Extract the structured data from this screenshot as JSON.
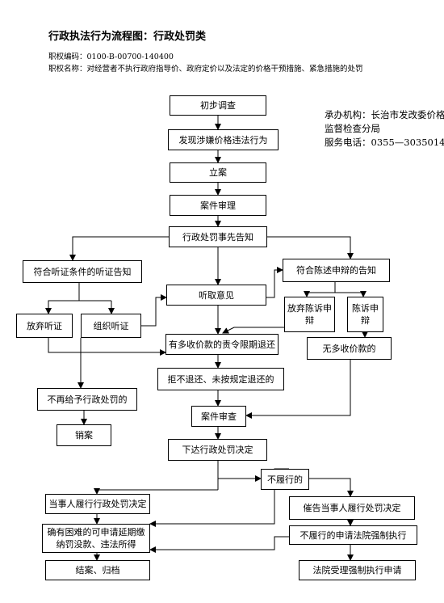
{
  "title": "行政执法行为流程图：行政处罚类",
  "code_line": "职权编码：0100-B-00700-140400",
  "name_line": "职权名称：对经营者不执行政府指导价、政府定价以及法定的价格干预措施、紧急措施的处罚",
  "contact": {
    "agency": "承办机构：长治市发改委价格监督检查分局",
    "phone": "服务电话：0355—3035014"
  },
  "nodes": {
    "initial_investigation": "初步调查",
    "discover_violation": "发现涉嫌价格违法行为",
    "file_case": "立案",
    "case_review": "案件审理",
    "prior_notice": "行政处罚事先告知",
    "hearing_notice": "符合听证条件的听证告知",
    "defense_notice": "符合陈述申辩的告知",
    "waive_hearing": "放弃听证",
    "organize_hearing": "组织听证",
    "hear_opinions": "听取意见",
    "waive_defense": "放弃陈诉申辩",
    "state_defense": "陈诉申辩",
    "order_refund": "有多收价款的责令限期退还",
    "no_overcharge": "无多收价款的",
    "refuse_refund": "拒不退还、未按规定退还的",
    "no_penalty": "不再给予行政处罚的",
    "close_case": "销案",
    "case_audit": "案件审查",
    "issue_decision": "下达行政处罚决定",
    "not_comply": "不履行的",
    "party_complies": "当事人履行行政处罚决定",
    "urge_comply": "催告当事人履行处罚决定",
    "hardship_deferral": "确有困难的可申请延期缴纳罚没款、违法所得",
    "apply_enforcement": "不履行的申请法院强制执行",
    "conclude_archive": "结案、归档",
    "court_accepts": "法院受理强制执行申请"
  }
}
